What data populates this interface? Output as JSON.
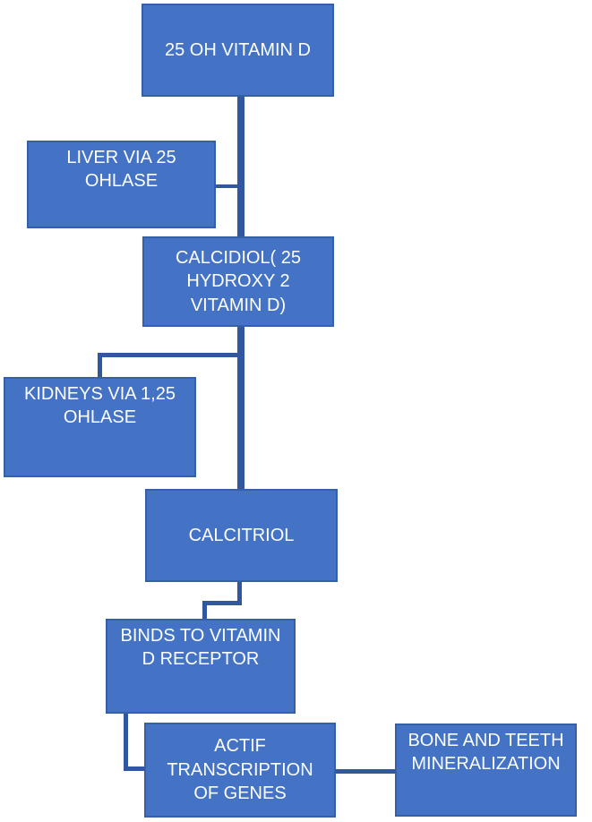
{
  "diagram": {
    "type": "flowchart",
    "topic": "Vitamin D metabolism pathway",
    "colors": {
      "node_fill": "#4472C4",
      "node_border": "#3560A8",
      "connector": "#31579E",
      "text": "#FFFFFF",
      "background": "#FFFFFF"
    },
    "nodes": {
      "vit_d_25oh": {
        "text": "25 OH VITAMIN D"
      },
      "liver": {
        "text": "LIVER VIA 25\nOHLASE"
      },
      "calcidiol": {
        "text": "CALCIDIOL( 25\nHYDROXY 2\nVITAMIN D)"
      },
      "kidneys": {
        "text": "KIDNEYS VIA 1,25\nOHLASE"
      },
      "calcitriol": {
        "text": "CALCITRIOL"
      },
      "binds": {
        "text": "BINDS TO VITAMIN\nD RECEPTOR"
      },
      "actif": {
        "text": "ACTIF\nTRANSCRIPTION\nOF GENES"
      },
      "bone": {
        "text": "BONE AND TEETH\nMINERALIZATION"
      }
    },
    "edges": [
      {
        "from": "25 OH VITAMIN D",
        "to": "CALCIDIOL( 25 HYDROXY 2 VITAMIN D)"
      },
      {
        "from": "LIVER VIA 25 OHLASE",
        "to": "flow between 25 OH VITAMIN D and CALCIDIOL"
      },
      {
        "from": "CALCIDIOL( 25 HYDROXY 2 VITAMIN D)",
        "to": "CALCITRIOL"
      },
      {
        "from": "KIDNEYS VIA 1,25 OHLASE",
        "to": "flow between CALCIDIOL and CALCITRIOL"
      },
      {
        "from": "CALCITRIOL",
        "to": "BINDS TO VITAMIN D RECEPTOR"
      },
      {
        "from": "BINDS TO VITAMIN D RECEPTOR",
        "to": "ACTIF TRANSCRIPTION OF GENES"
      },
      {
        "from": "ACTIF TRANSCRIPTION OF GENES",
        "to": "BONE AND TEETH MINERALIZATION"
      }
    ]
  }
}
